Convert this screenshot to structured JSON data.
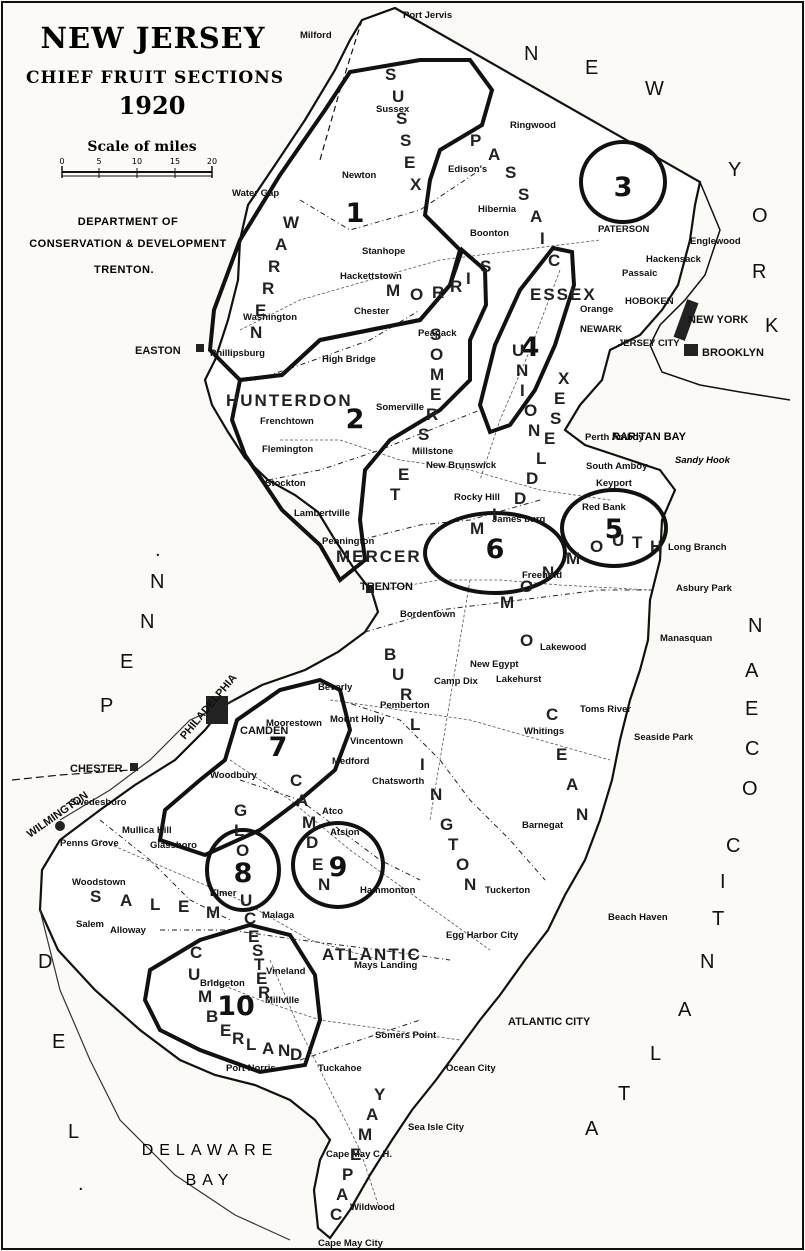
{
  "title": {
    "main": "NEW JERSEY",
    "sub": "CHIEF FRUIT SECTIONS",
    "year": "1920"
  },
  "scale": {
    "label": "Scale of miles",
    "ticks": [
      "0",
      "5",
      "10",
      "15",
      "20"
    ]
  },
  "department": {
    "line1": "DEPARTMENT OF",
    "line2": "CONSERVATION & DEVELOPMENT",
    "line3": "TRENTON."
  },
  "regions": [
    "1",
    "2",
    "3",
    "4",
    "5",
    "6",
    "7",
    "8",
    "9",
    "10"
  ],
  "neighbors": {
    "new_york_letters": [
      "N",
      "E",
      "W",
      "Y",
      "O",
      "R",
      "K"
    ],
    "penn_letters": [
      "P",
      "E",
      "N",
      "N",
      "."
    ],
    "del_letters": [
      "D",
      "E",
      "L",
      "."
    ]
  },
  "water": {
    "delaware_bay_1": "DELAWARE",
    "delaware_bay_2": "BAY",
    "ocean_letters": [
      "A",
      "T",
      "L",
      "A",
      "N",
      "T",
      "I",
      "C",
      "O",
      "C",
      "E",
      "A",
      "N"
    ],
    "raritan_bay": "RARITAN BAY",
    "sandy_hook": "Sandy Hook"
  },
  "big_cities": {
    "new_york": "NEW YORK",
    "brooklyn": "BROOKLYN",
    "philadelphia": "PHILADELPHIA",
    "camden": "CAMDEN",
    "trenton": "TRENTON",
    "easton": "EASTON",
    "chester": "CHESTER",
    "wilmington": "WILMINGTON",
    "atlantic_city": "ATLANTIC CITY"
  },
  "places": {
    "milford": "Milford",
    "port_jervis": "Port Jervis",
    "sussex": "Sussex",
    "ringwood": "Ringwood",
    "newton": "Newton",
    "edisons": "Edison's",
    "water_gap": "Water Gap",
    "hibernia": "Hibernia",
    "boonton": "Boonton",
    "paterson": "PATERSON",
    "englewood": "Englewood",
    "hackensack": "Hackensack",
    "passaic": "Passaic",
    "stanhope": "Stanhope",
    "hackettstown": "Hackettstown",
    "orange": "Orange",
    "newark": "NEWARK",
    "hoboken": "HOBOKEN",
    "jersey_city": "JERSEY CITY",
    "washington": "Washington",
    "chester_nj": "Chester",
    "peapack": "Peapack",
    "phillipsburg": "Phillipsburg",
    "high_bridge": "High Bridge",
    "frenchtown": "Frenchtown",
    "somerville": "Somerville",
    "flemington": "Flemington",
    "perth_amboy": "Perth Amboy",
    "south_amboy": "South Amboy",
    "millstone": "Millstone",
    "new_brunswick": "New Brunswick",
    "stockton": "Stockton",
    "keyport": "Keyport",
    "red_bank": "Red Bank",
    "rocky_hill": "Rocky Hill",
    "lambertville": "Lambertville",
    "jamesburg": "James burg",
    "pennington": "Pennington",
    "long_branch": "Long Branch",
    "freehold": "Freehold",
    "asbury_park": "Asbury Park",
    "bordentown": "Bordentown",
    "manasquan": "Manasquan",
    "lakewood": "Lakewood",
    "new_egypt": "New Egypt",
    "camp_dix": "Camp Dix",
    "lakehurst": "Lakehurst",
    "beverly": "Beverly",
    "mount_holly": "Mount Holly",
    "pemberton": "Pemberton",
    "toms_river": "Toms River",
    "moorestown": "Moorestown",
    "whitings": "Whitings",
    "seaside_park": "Seaside Park",
    "vincentown": "Vincentown",
    "medford": "Medford",
    "woodbury": "Woodbury",
    "chatsworth": "Chatsworth",
    "swedesboro": "Swedesboro",
    "atco": "Atco",
    "mullica_hill": "Mullica Hill",
    "glassboro": "Glassboro",
    "penns_grove": "Penns Grove",
    "atsion": "Atsion",
    "barnegat": "Barnegat",
    "woodstown": "Woodstown",
    "elmer": "Elmer",
    "hammonton": "Hammonton",
    "tuckerton": "Tuckerton",
    "salem": "Salem",
    "alloway": "Alloway",
    "malaga": "Malaga",
    "beach_haven": "Beach Haven",
    "egg_harbor_city": "Egg Harbor City",
    "vineland": "Vineland",
    "mays_landing": "Mays Landing",
    "bridgeton": "Bridgeton",
    "millville": "Millville",
    "somers_point": "Somers Point",
    "port_norris": "Port Norris",
    "tuckahoe": "Tuckahoe",
    "ocean_city": "Ocean City",
    "sea_isle_city": "Sea Isle City",
    "cape_may_ch": "Cape May C.H.",
    "wildwood": "Wildwood",
    "cape_may_city": "Cape May City"
  },
  "counties": {
    "sussex": [
      "S",
      "U",
      "S",
      "S",
      "E",
      "X"
    ],
    "passaic": [
      "P",
      "A",
      "S",
      "S",
      "A",
      "I",
      "C"
    ],
    "warren": [
      "W",
      "A",
      "R",
      "R",
      "E",
      "N"
    ],
    "morris": [
      "M",
      "O",
      "R",
      "R",
      "I",
      "S"
    ],
    "hunterdon": "HUNTERDON",
    "somerset": [
      "S",
      "O",
      "M",
      "E",
      "R",
      "S",
      "E",
      "T"
    ],
    "essex": "ESSEX",
    "union": [
      "U",
      "N",
      "I",
      "O",
      "N"
    ],
    "mercer": "MERCER",
    "middlesex": [
      "M",
      "I",
      "D",
      "D",
      "L",
      "E",
      "S",
      "E",
      "X"
    ],
    "monmouth": [
      "M",
      "O",
      "N",
      "M",
      "O",
      "U",
      "T",
      "H"
    ],
    "burlington": [
      "B",
      "U",
      "R",
      "L",
      "I",
      "N",
      "G",
      "T",
      "O",
      "N"
    ],
    "ocean": [
      "O",
      "C",
      "E",
      "A",
      "N"
    ],
    "gloucester": [
      "G",
      "L",
      "O",
      "U",
      "C",
      "E",
      "S",
      "T",
      "E",
      "R"
    ],
    "camden": [
      "C",
      "A",
      "M",
      "D",
      "E",
      "N"
    ],
    "salem": [
      "S",
      "A",
      "L",
      "E",
      "M"
    ],
    "atlantic": "ATLANTIC",
    "cumberland": [
      "C",
      "U",
      "M",
      "B",
      "E",
      "R",
      "L",
      "A",
      "N",
      "D"
    ],
    "cape_may": [
      "C",
      "A",
      "P",
      "E",
      "M",
      "A",
      "Y"
    ]
  }
}
